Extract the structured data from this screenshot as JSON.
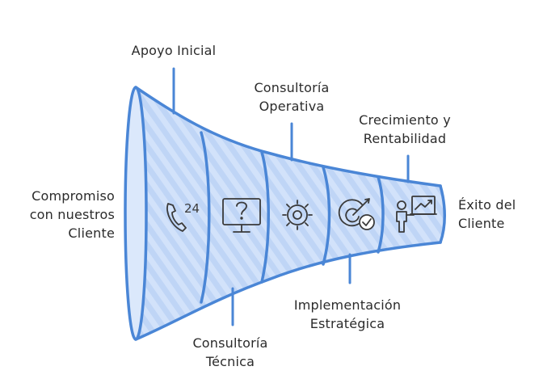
{
  "colors": {
    "stroke": "#4a86d6",
    "fill": "#c5daf8",
    "fill_light": "#dbe8fb",
    "icon": "#3a3a3a",
    "text": "#2b2b2b"
  },
  "start_label": {
    "lines": [
      "Compromiso",
      "con nuestros",
      "Cliente"
    ]
  },
  "end_label": {
    "lines": [
      "Éxito del",
      "Cliente"
    ]
  },
  "stages": [
    {
      "lines": [
        "Apoyo Inicial"
      ],
      "icon": "phone-24h-icon",
      "position": "top"
    },
    {
      "lines": [
        "Consultoría",
        "Técnica"
      ],
      "icon": "monitor-question-icon",
      "position": "bottom"
    },
    {
      "lines": [
        "Consultoría",
        "Operativa"
      ],
      "icon": "gear-icon",
      "position": "top"
    },
    {
      "lines": [
        "Implementación",
        "Estratégica"
      ],
      "icon": "target-check-icon",
      "position": "bottom"
    },
    {
      "lines": [
        "Crecimiento y",
        "Rentabilidad"
      ],
      "icon": "presentation-growth-icon",
      "position": "top"
    }
  ]
}
